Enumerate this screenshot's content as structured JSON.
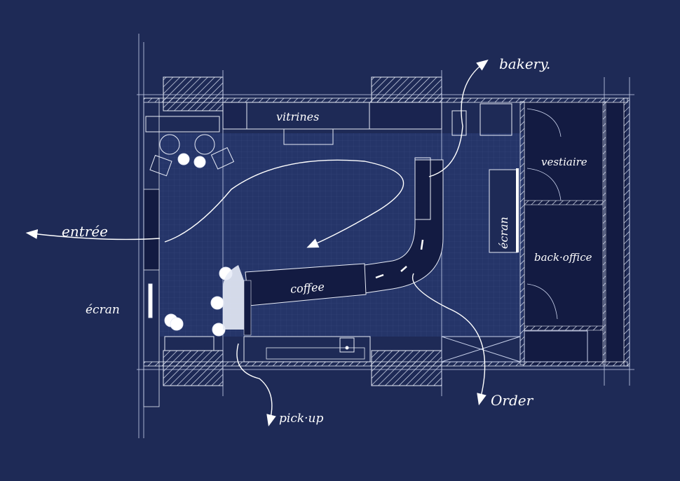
{
  "labels": {
    "bakery": "bakery.",
    "vitrines": "vitrines",
    "vestiaire": "vestiaire",
    "entree": "entrée",
    "ecran_left": "écran",
    "ecran_right": "écran",
    "back_office": "back·office",
    "coffee": "coffee",
    "pick_up": "pick·up",
    "order": "Order"
  },
  "colors": {
    "background": "#1e2a56",
    "floor": "#253569",
    "back_rooms": "#131b42",
    "lines": "#e8ecf7"
  }
}
